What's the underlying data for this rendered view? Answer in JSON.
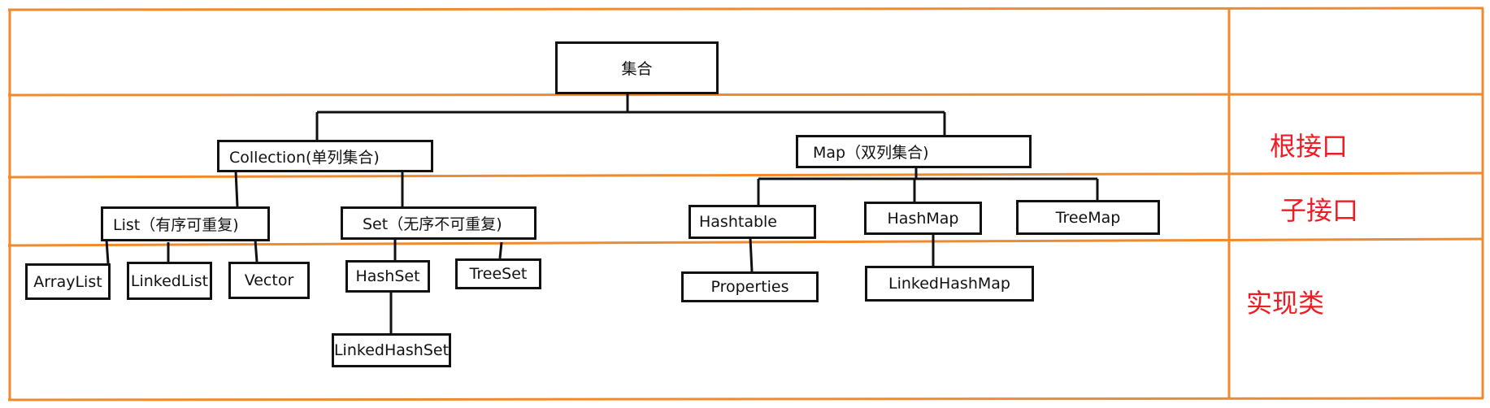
{
  "nodes": {
    "root": "集合",
    "collection": "Collection(单列集合)",
    "map": "Map（双列集合)",
    "list": "List（有序可重复)",
    "set": "Set（无序不可重复)",
    "hashtable": "Hashtable",
    "hashmap": "HashMap",
    "treemap": "TreeMap",
    "arraylist": "ArrayList",
    "linkedlist": "LinkedList",
    "vector": "Vector",
    "hashset": "HashSet",
    "treeset": "TreeSet",
    "linkedhashset": "LinkedHashSet",
    "properties": "Properties",
    "linkedhashmap": "LinkedHashMap"
  },
  "tiers": {
    "root_interface": "根接口",
    "sub_interface": "子接口",
    "implementation": "实现类"
  },
  "colors": {
    "grid": "#f08a2e",
    "tier_label": "#ee1c24",
    "box_border": "#111111"
  }
}
